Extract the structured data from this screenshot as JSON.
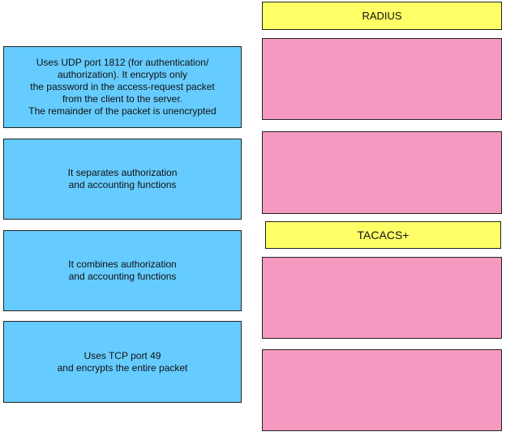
{
  "colors": {
    "option_fill": "#66ccff",
    "header_fill": "#ffff66",
    "target_fill": "#f599c0",
    "border": "#222222"
  },
  "options": [
    {
      "text": "Uses UDP port 1812 (for authentication/\nauthorization).  It encrypts only\nthe password in the access-request packet\nfrom the client to the server.\nThe remainder of the packet is unencrypted"
    },
    {
      "text": "It separates authorization\nand accounting functions"
    },
    {
      "text": "It combines authorization\nand accounting functions"
    },
    {
      "text": "Uses TCP port 49\nand encrypts the entire packet"
    }
  ],
  "categories": [
    {
      "label": "RADIUS",
      "slots": 2
    },
    {
      "label": "TACACS+",
      "slots": 2
    }
  ]
}
